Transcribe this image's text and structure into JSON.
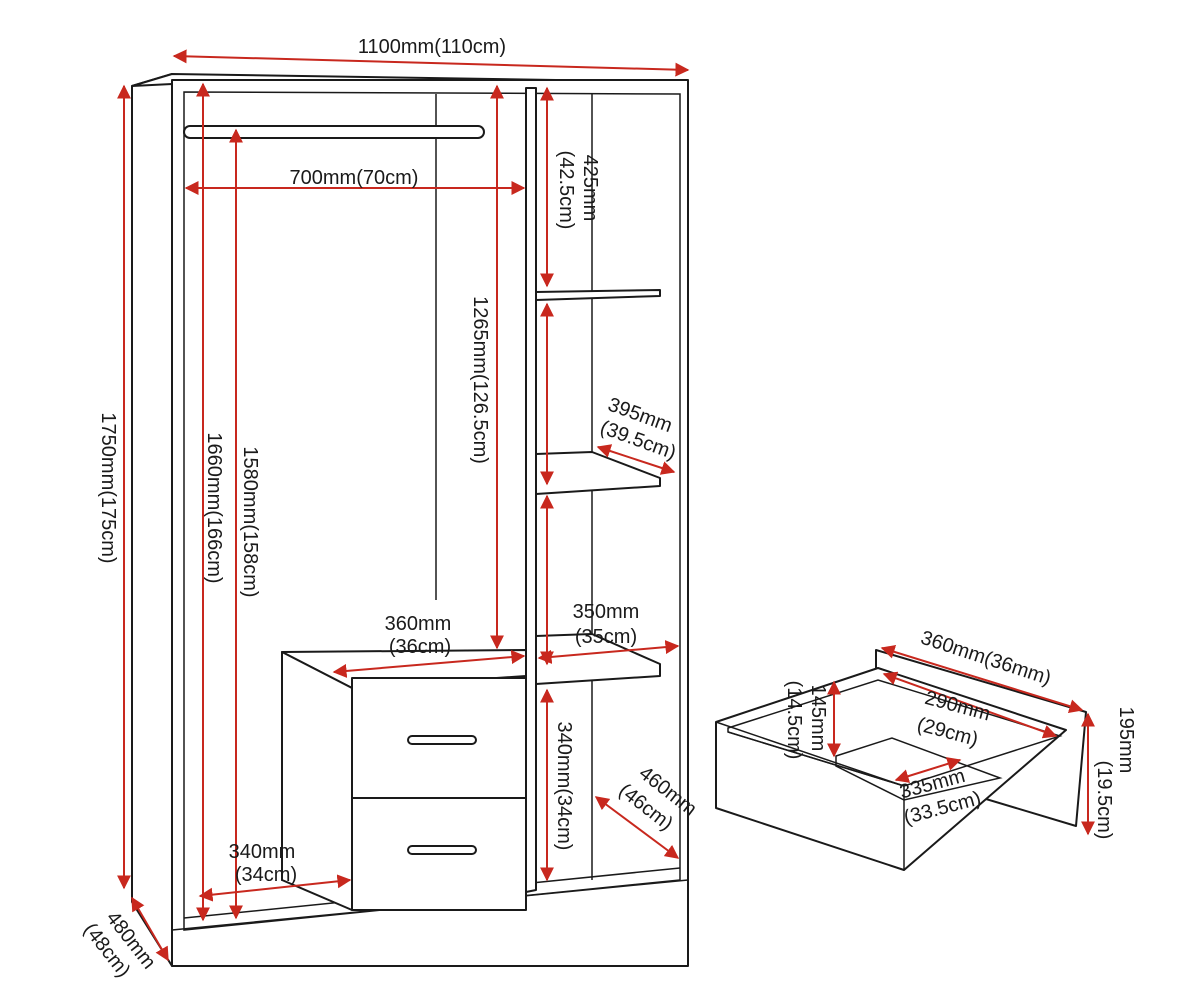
{
  "colors": {
    "outline": "#1a1a1a",
    "dimension": "#c8281e",
    "background": "#ffffff"
  },
  "labels": {
    "width_total": "1100mm(110cm)",
    "hanging_width": "700mm(70cm)",
    "height_total_a": "1750mm(175cm)",
    "inner_height_a": "1660mm(166cm)",
    "inner_height_b": "1580mm(158cm)",
    "hanging_height": "1265mm(126.5cm)",
    "shelf_top_a": "425mm",
    "shelf_top_b": "(42.5cm)",
    "shelf_depth_a": "395mm",
    "shelf_depth_b": "(39.5cm)",
    "drawer_unit_width_a": "360mm",
    "drawer_unit_width_b": "(36cm)",
    "shelf_width_a": "350mm",
    "shelf_width_b": "(35cm)",
    "bottom_shelf_height": "340mm(34cm)",
    "inner_depth_a": "460mm",
    "inner_depth_b": "(46cm)",
    "floor_depth_a": "340mm",
    "floor_depth_b": "(34cm)",
    "depth_total_a": "480mm",
    "depth_total_b": "(48cm)",
    "drawer_width": "360mm(36mm)",
    "drawer_inner_h_a": "145mm",
    "drawer_inner_h_b": "(14.5cm)",
    "drawer_inner_w_a": "290mm",
    "drawer_inner_w_b": "(29cm)",
    "drawer_inner_d_a": "335mm",
    "drawer_inner_d_b": "(33.5cm)",
    "drawer_height_a": "195mm",
    "drawer_height_b": "(19.5cm)"
  }
}
